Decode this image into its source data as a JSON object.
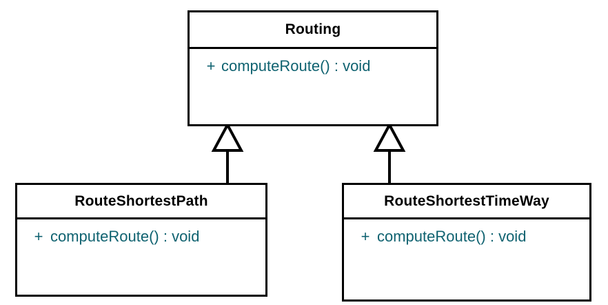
{
  "diagram": {
    "type": "uml-class-diagram",
    "background_color": "#ffffff",
    "line_color": "#000000",
    "member_text_color": "#0f6270",
    "title_text_color": "#000000"
  },
  "classes": {
    "parent": {
      "name": "Routing",
      "members": [
        {
          "visibility": "+",
          "signature": "computeRoute() : void"
        }
      ]
    },
    "child_left": {
      "name": "RouteShortestPath",
      "members": [
        {
          "visibility": "+",
          "signature": "computeRoute() : void"
        }
      ]
    },
    "child_right": {
      "name": "RouteShortestTimeWay",
      "members": [
        {
          "visibility": "+",
          "signature": "computeRoute() : void"
        }
      ]
    }
  },
  "relationships": [
    {
      "kind": "generalization",
      "from": "RouteShortestPath",
      "to": "Routing",
      "arrowhead": "hollow-triangle"
    },
    {
      "kind": "generalization",
      "from": "RouteShortestTimeWay",
      "to": "Routing",
      "arrowhead": "hollow-triangle"
    }
  ]
}
